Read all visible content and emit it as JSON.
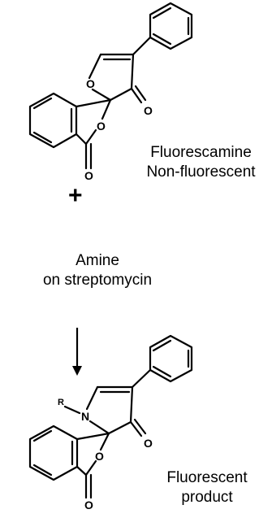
{
  "reactant": {
    "name": "Fluorescamine",
    "property": "Non-fluorescent"
  },
  "operator": "+",
  "amine": {
    "line1": "Amine",
    "line2": "on streptomycin"
  },
  "product": {
    "line1": "Fluorescent",
    "line2": "product"
  },
  "atoms": {
    "oxygen": "O",
    "nitrogen": "N",
    "r_group": "R"
  }
}
